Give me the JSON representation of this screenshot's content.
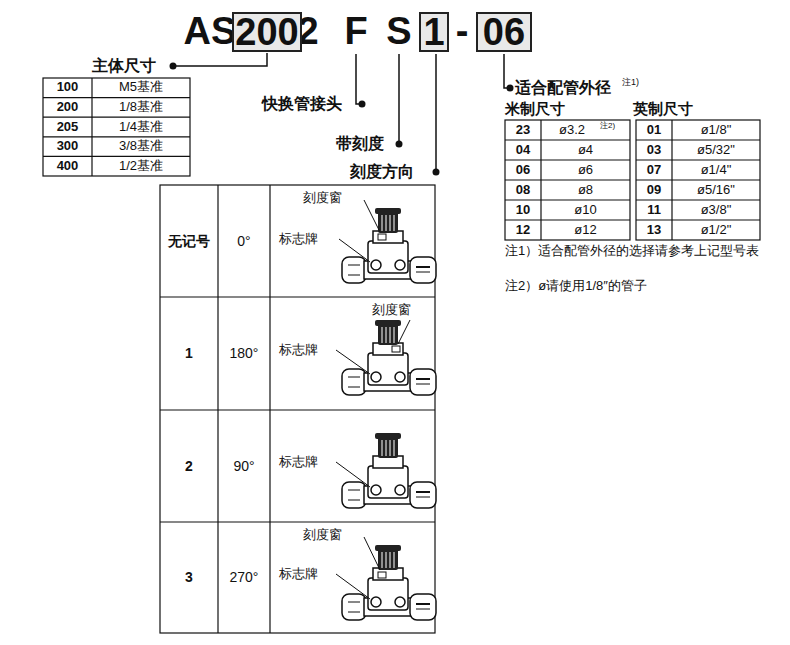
{
  "diagram": {
    "nodes": [
      {
        "text": [
          "200"
        ]
      },
      {
        "text": [
          "1"
        ]
      },
      {
        "text": [
          "06"
        ]
      }
    ],
    "labels": [
      "AS",
      "2",
      "F",
      "S",
      "-",
      "主体尺寸",
      "100",
      "M5基准",
      "200",
      "1/8基准",
      "205",
      "1/4基准",
      "300",
      "3/8基准",
      "400",
      "1/2基准",
      "快换管接头",
      "带刻度",
      "刻度方向",
      "适合配管外径",
      "注1)",
      "米制尺寸",
      "英制尺寸",
      "23",
      "ø3.2",
      "注2)",
      "04",
      "ø4",
      "06",
      "ø6",
      "08",
      "ø8",
      "10",
      "ø10",
      "12",
      "ø12",
      "01",
      "ø1/8\"",
      "03",
      "ø5/32\"",
      "07",
      "ø1/4\"",
      "09",
      "ø5/16\"",
      "11",
      "ø3/8\"",
      "13",
      "ø1/2\"",
      "注1）适合配管外径的选择请参考上记型号表",
      "注2）ø请使用1/8″的管子",
      "无记号",
      "0°",
      "刻度窗",
      "标志牌",
      "1",
      "180°",
      "刻度窗",
      "标志牌",
      "2",
      "90°",
      "标志牌",
      "3",
      "270°",
      "刻度窗",
      "标志牌"
    ]
  }
}
